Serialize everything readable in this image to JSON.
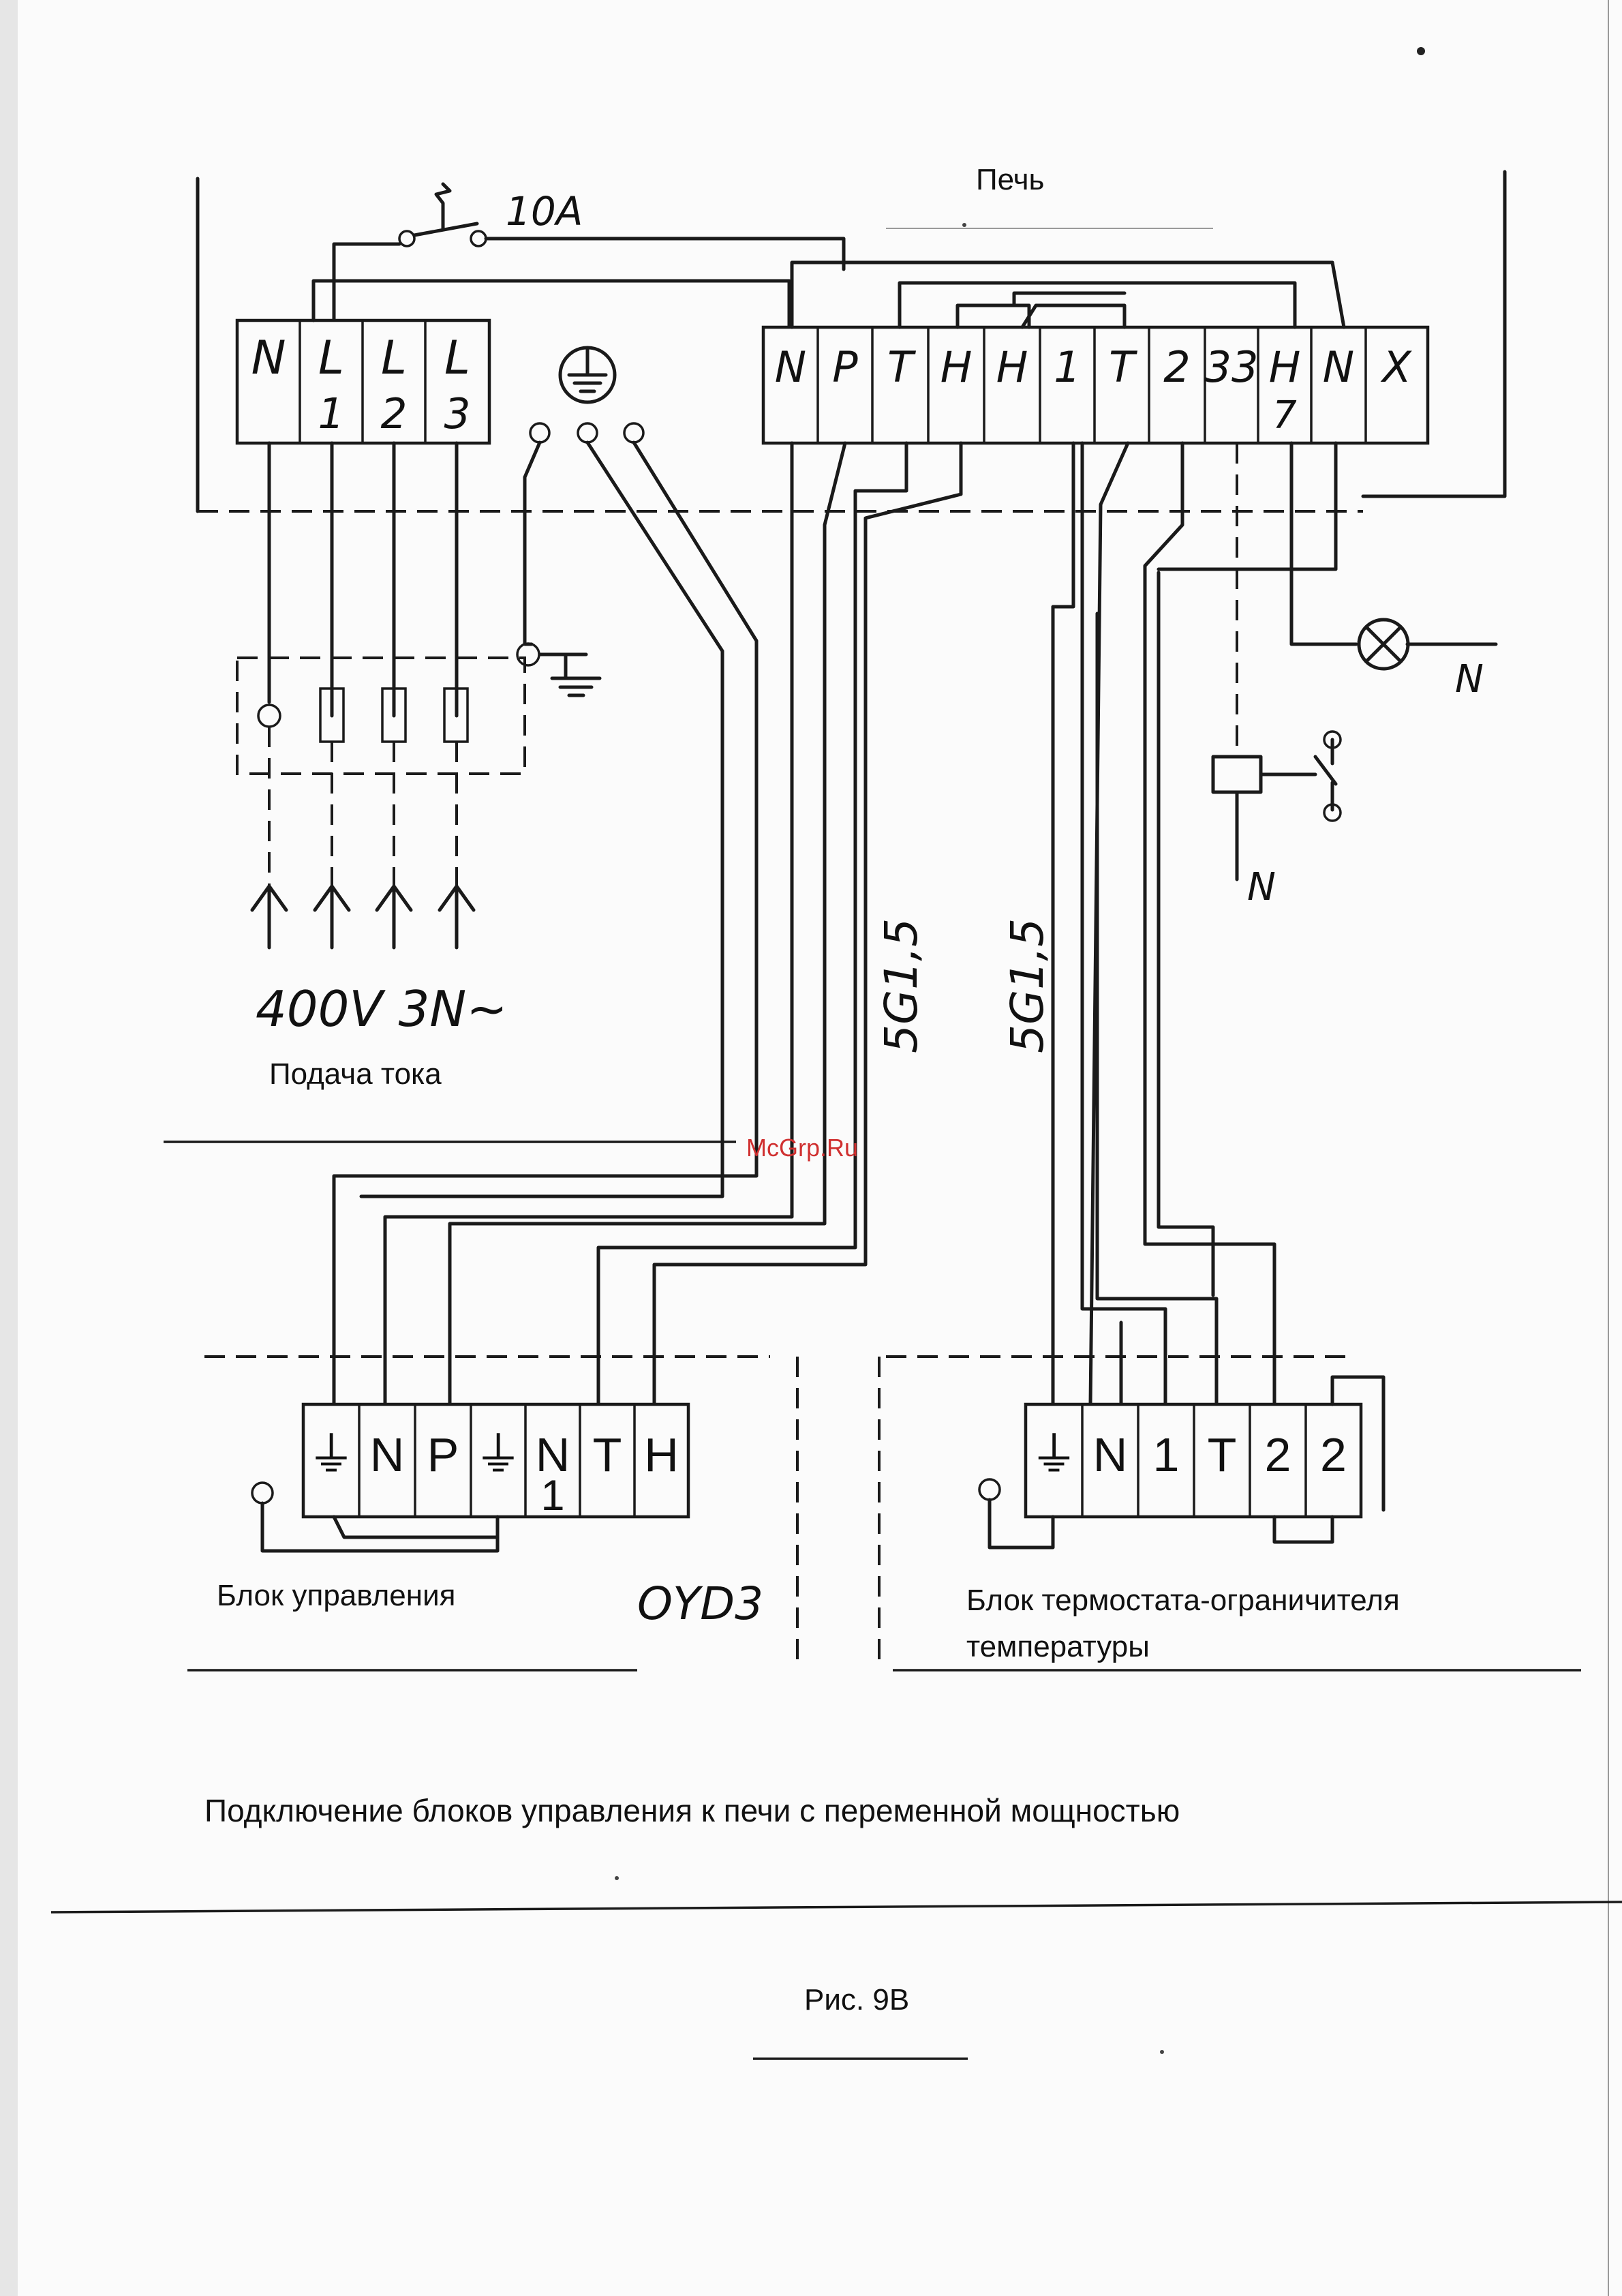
{
  "labels": {
    "oven": "Печь",
    "breaker": "10A",
    "supply_voltage": "400V 3N~",
    "supply_caption": "Подача тока",
    "cable_a": "5G1,5",
    "cable_b": "5G1,5",
    "neutral_lamp": "N",
    "neutral_relay": "N",
    "control_unit": "Блок управления",
    "control_code": "OYD3",
    "thermostat_unit_line1": "Блок термостата-ограничителя",
    "thermostat_unit_line2": "температуры",
    "caption": "Подключение блоков управления к печи с переменной мощностью",
    "figure": "Рис. 9B",
    "watermark": "McGrp.Ru"
  },
  "supply_terminals": [
    {
      "top": "N",
      "bottom": ""
    },
    {
      "top": "L",
      "bottom": "1"
    },
    {
      "top": "L",
      "bottom": "2"
    },
    {
      "top": "L",
      "bottom": "3"
    }
  ],
  "oven_terminals": [
    {
      "top": "N",
      "bottom": ""
    },
    {
      "top": "P",
      "bottom": ""
    },
    {
      "top": "T",
      "bottom": ""
    },
    {
      "top": "H",
      "bottom": ""
    },
    {
      "top": "H",
      "bottom": ""
    },
    {
      "top": "1",
      "bottom": ""
    },
    {
      "top": "T",
      "bottom": ""
    },
    {
      "top": "2",
      "bottom": ""
    },
    {
      "top": "33",
      "bottom": ""
    },
    {
      "top": "H",
      "bottom": "7"
    },
    {
      "top": "N",
      "bottom": ""
    },
    {
      "top": "X",
      "bottom": ""
    }
  ],
  "control_terminals": [
    {
      "top": "⏚",
      "bottom": ""
    },
    {
      "top": "N",
      "bottom": ""
    },
    {
      "top": "P",
      "bottom": ""
    },
    {
      "top": "⏚",
      "bottom": ""
    },
    {
      "top": "N",
      "bottom": "1"
    },
    {
      "top": "T",
      "bottom": ""
    },
    {
      "top": "H",
      "bottom": ""
    }
  ],
  "thermostat_terminals": [
    {
      "top": "⏚",
      "bottom": ""
    },
    {
      "top": "N",
      "bottom": ""
    },
    {
      "top": "1",
      "bottom": ""
    },
    {
      "top": "T",
      "bottom": ""
    },
    {
      "top": "2",
      "bottom": ""
    },
    {
      "top": "2",
      "bottom": ""
    }
  ]
}
